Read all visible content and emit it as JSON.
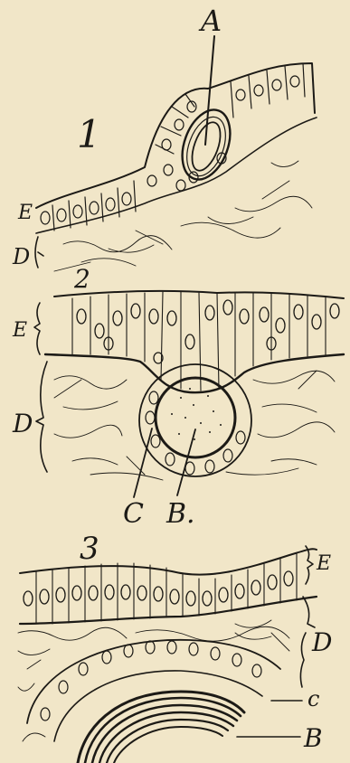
{
  "figures": [
    {
      "number": "1"
    },
    {
      "number": "2"
    },
    {
      "number": "3"
    }
  ],
  "labels": {
    "A": "A",
    "B": "B",
    "B_dot": "B.",
    "C": "C",
    "c_lower": "c",
    "D": "D",
    "E": "E"
  },
  "colors": {
    "paper": "#f1e6c8",
    "ink": "#1c1a16"
  }
}
